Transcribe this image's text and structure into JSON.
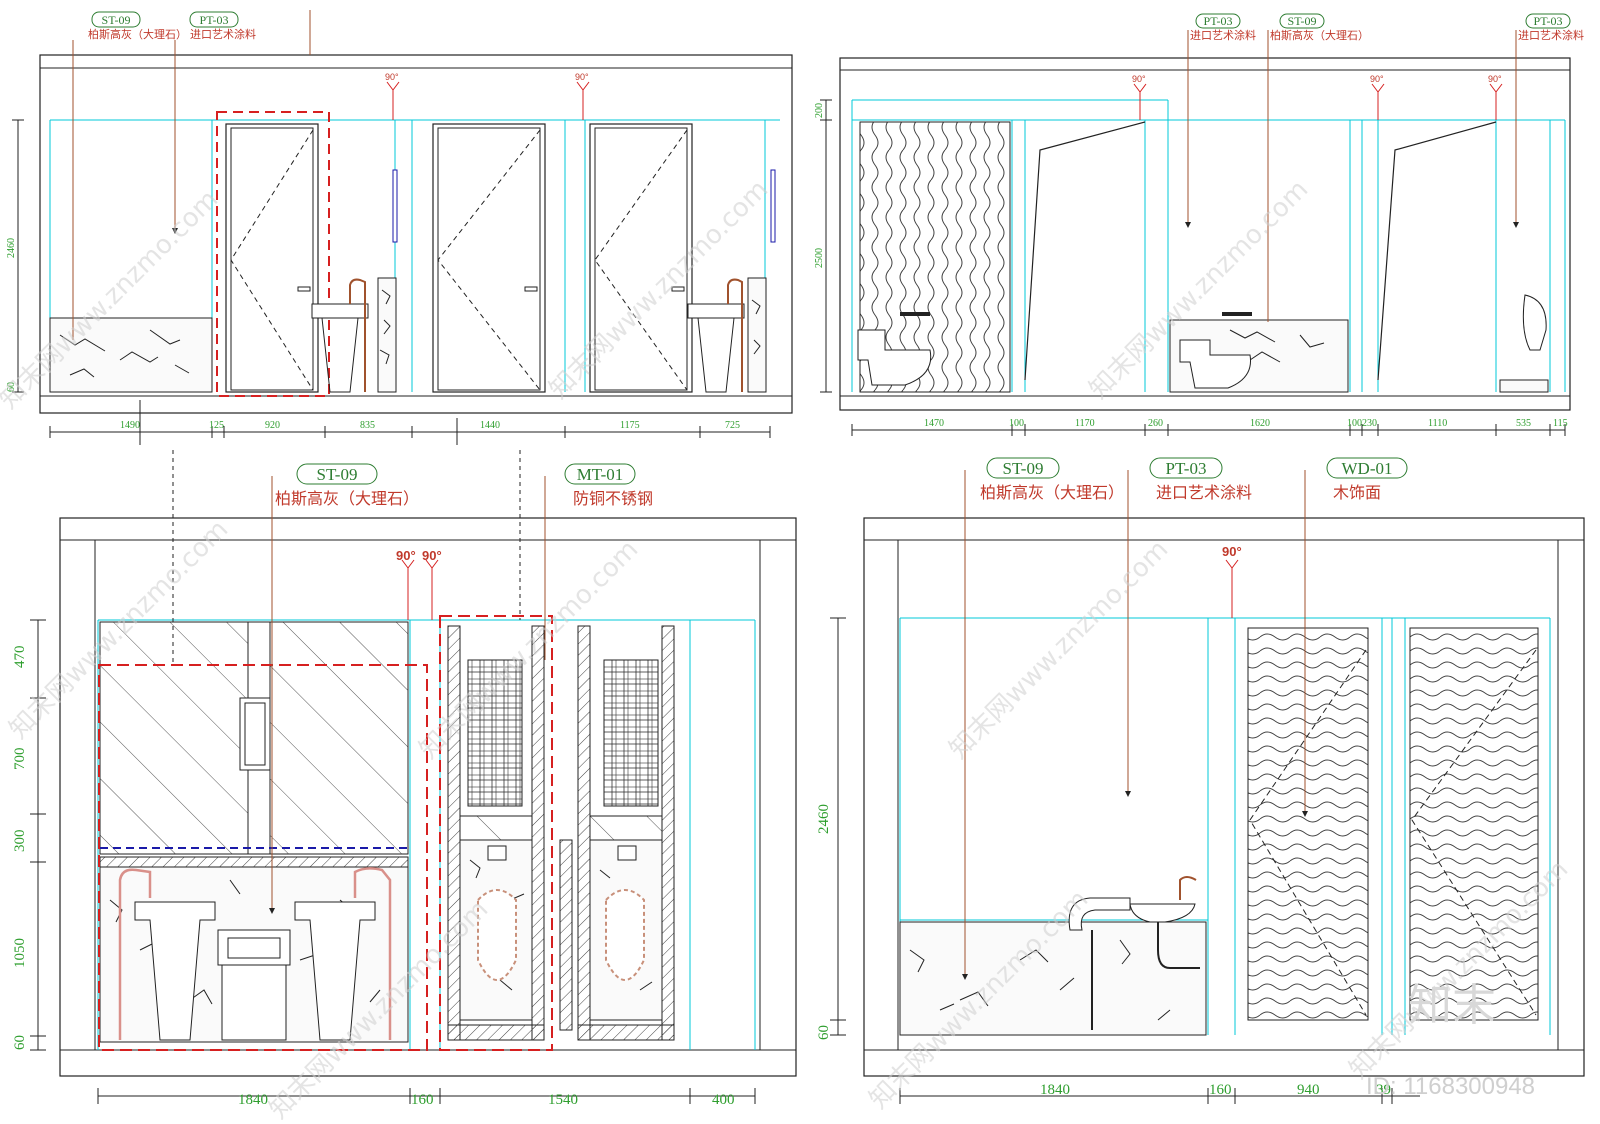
{
  "colors": {
    "line": "#222222",
    "cyan": "#00c8d8",
    "red": "#d62020",
    "green": "#2e9e2e",
    "brown": "#a0522d",
    "blue": "#1a1aa8"
  },
  "panels": [
    {
      "id": "top-left",
      "tags": [
        {
          "code": "ST-09",
          "material": "柏斯高灰（大理石）"
        },
        {
          "code": "PT-03",
          "material": "进口艺术涂料"
        }
      ],
      "angles": [
        "90°",
        "90°"
      ],
      "vertical_dims": [
        "2460",
        "60"
      ],
      "horizontal_dims": [
        "1490",
        "125",
        "920",
        "835",
        "1440",
        "1175",
        "725"
      ]
    },
    {
      "id": "top-right",
      "tags": [
        {
          "code": "PT-03",
          "material": "进口艺术涂料"
        },
        {
          "code": "ST-09",
          "material": "柏斯高灰（大理石）"
        },
        {
          "code": "PT-03",
          "material": "进口艺术涂料"
        }
      ],
      "angles": [
        "90°",
        "90°",
        "90°"
      ],
      "vertical_dims": [
        "200",
        "2500"
      ],
      "horizontal_dims": [
        "1470",
        "100",
        "1170",
        "260",
        "1620",
        "100",
        "230",
        "1110",
        "535",
        "115"
      ]
    },
    {
      "id": "bottom-left",
      "tags": [
        {
          "code": "ST-09",
          "material": "柏斯高灰（大理石）"
        },
        {
          "code": "MT-01",
          "material": "防铜不锈钢"
        }
      ],
      "angles": [
        "90°",
        "90°"
      ],
      "vertical_dims": [
        "470",
        "700",
        "300",
        "1050",
        "60"
      ],
      "horizontal_dims": [
        "1840",
        "160",
        "1540",
        "400"
      ]
    },
    {
      "id": "bottom-right",
      "tags": [
        {
          "code": "ST-09",
          "material": "柏斯高灰（大理石）"
        },
        {
          "code": "PT-03",
          "material": "进口艺术涂料"
        },
        {
          "code": "WD-01",
          "material": "木饰面"
        }
      ],
      "angles": [
        "90°"
      ],
      "vertical_dims": [
        "2460",
        "60"
      ],
      "horizontal_dims": [
        "1840",
        "160",
        "940",
        "39"
      ]
    }
  ],
  "watermark": {
    "site": "知末网www.znzmo.com",
    "logo": "知末",
    "id_label": "ID: 1168300948"
  }
}
